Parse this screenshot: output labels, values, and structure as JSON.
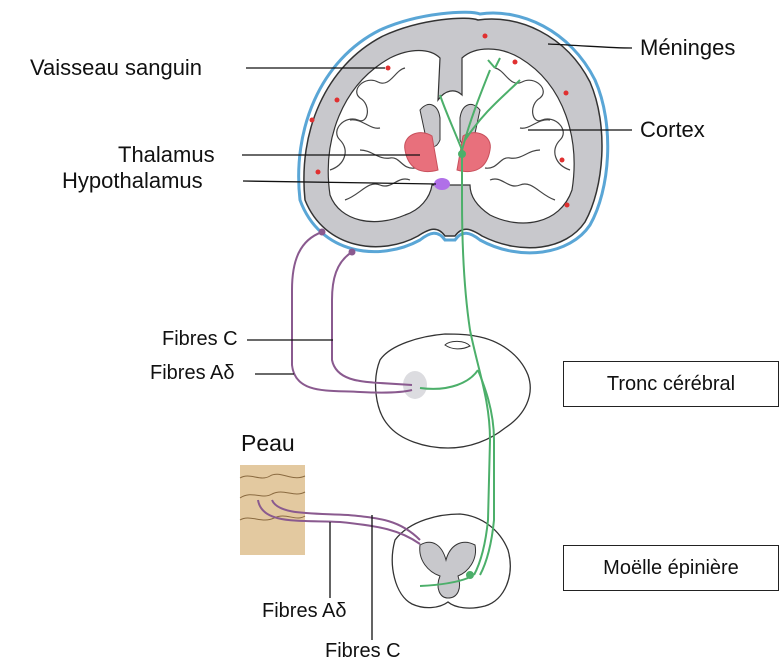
{
  "labels": {
    "vaisseau": "Vaisseau sanguin",
    "meninges": "Méninges",
    "cortex": "Cortex",
    "thalamus": "Thalamus",
    "hypothalamus": "Hypothalamus",
    "fibres_c_top": "Fibres C",
    "fibres_ad_top": "Fibres Aδ",
    "tronc": "Tronc cérébral",
    "peau": "Peau",
    "moelle": "Moëlle épinière",
    "fibres_ad_bottom": "Fibres Aδ",
    "fibres_c_bottom": "Fibres C"
  },
  "colors": {
    "pathway_ascending": "#4caf6a",
    "pathway_sensory": "#8a5a8f",
    "thalamus": "#e8707c",
    "hypothalamus": "#b070e8",
    "brain_tissue": "#c8c8cc",
    "meninges": "#5aa6d6",
    "vessel": "#e03030",
    "skin": "#e3c9a0"
  }
}
